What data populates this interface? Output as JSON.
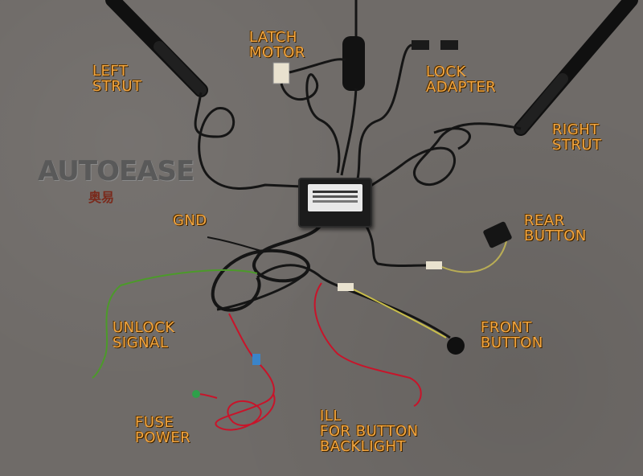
{
  "labels": {
    "left_strut": [
      "LEFT",
      "STRUT"
    ],
    "latch_motor": [
      "LATCH",
      "MOTOR"
    ],
    "lock_adapter": [
      "LOCK",
      "ADAPTER"
    ],
    "right_strut": [
      "RIGHT",
      "STRUT"
    ],
    "gnd": [
      "GND"
    ],
    "rear_button": [
      "REAR",
      "BUTTON"
    ],
    "unlock_signal": [
      "UNLOCK",
      "SIGNAL"
    ],
    "front_button": [
      "FRONT",
      "BUTTON"
    ],
    "fuse_power": [
      "FUSE",
      "POWER"
    ],
    "ill_backlight": [
      "ILL",
      "FOR BUTTON",
      "BACKLIGHT"
    ]
  },
  "brand": {
    "name": "AUTOEASE",
    "sub": "奥易"
  },
  "colors": {
    "label": "#f3a640",
    "background": "#6f6b68",
    "wire_black": "#151515",
    "wire_red": "#c8142a",
    "wire_green": "#4c9a2a"
  }
}
